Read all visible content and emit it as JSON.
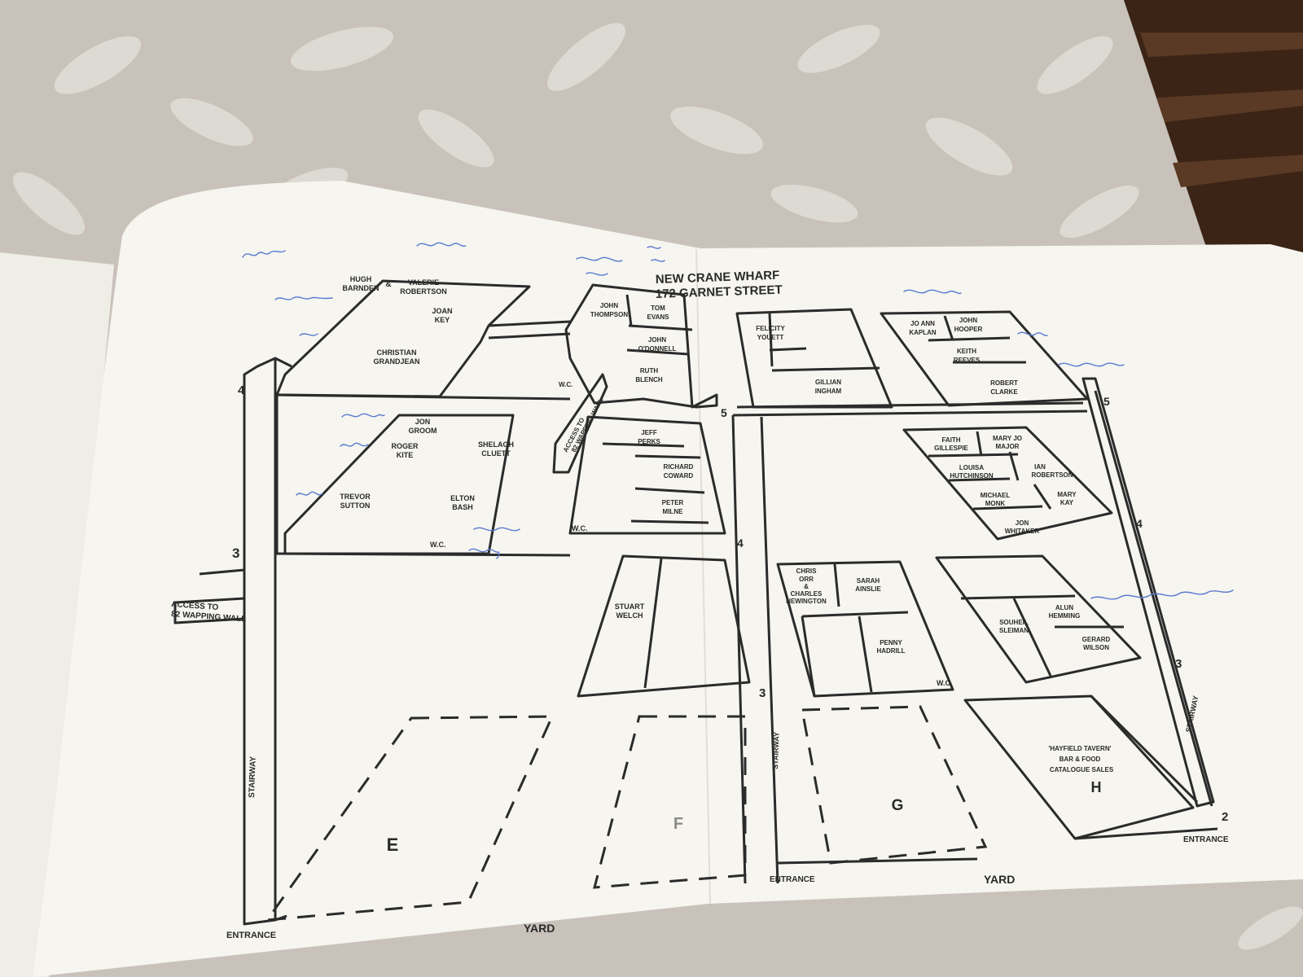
{
  "title": {
    "line1": "NEW CRANE WHARF",
    "line2": "172 GARNET STREET"
  },
  "access_left": {
    "line1": "ACCESS TO",
    "line2": "82 WAPPING WALL"
  },
  "access_mid": {
    "line1": "ACCESS TO",
    "line2": "82 WAPPING WALL"
  },
  "labels": {
    "stairway": "STAIRWAY",
    "entrance": "ENTRANCE",
    "yard": "YARD",
    "wc": "W.C.",
    "amp": "&"
  },
  "floor_numbers": {
    "n2": "2",
    "n3": "3",
    "n4": "4",
    "n5": "5"
  },
  "left_page": {
    "studio_top": {
      "hugh": [
        "HUGH",
        "BARNDEN"
      ],
      "valerie": [
        "VALERIE",
        "ROBERTSON"
      ],
      "joan": [
        "JOAN",
        "KEY"
      ],
      "christian": [
        "CHRISTIAN",
        "GRANDJEAN"
      ]
    },
    "studio_mid_top": {
      "john_t": [
        "JOHN",
        "THOMPSON"
      ],
      "tom": [
        "TOM",
        "EVANS"
      ],
      "john_o": [
        "JOHN",
        "O'DONNELL"
      ],
      "ruth": [
        "RUTH",
        "BLENCH"
      ]
    },
    "studio_floor3": {
      "jon": [
        "JON",
        "GROOM"
      ],
      "roger": [
        "ROGER",
        "KITE"
      ],
      "shelagh": [
        "SHELAGH",
        "CLUETT"
      ],
      "trevor": [
        "TREVOR",
        "SUTTON"
      ],
      "elton": [
        "ELTON",
        "BASH"
      ]
    },
    "studio_mid3": {
      "jeff": [
        "JEFF",
        "PERKS"
      ],
      "richard": [
        "RICHARD",
        "COWARD"
      ],
      "peter": [
        "PETER",
        "MILNE"
      ]
    },
    "studio_stuart": [
      "STUART",
      "WELCH"
    ],
    "ground": {
      "e": "E",
      "f": "F"
    }
  },
  "right_page": {
    "studio_felicity": {
      "felicity": [
        "FELICITY",
        "YOUETT"
      ],
      "gillian": [
        "GILLIAN",
        "INGHAM"
      ]
    },
    "studio_kaplan": {
      "joann": [
        "JO ANN",
        "KAPLAN"
      ],
      "johnh": [
        "JOHN",
        "HOOPER"
      ],
      "keith": [
        "KEITH",
        "REEVES"
      ],
      "robert": [
        "ROBERT",
        "CLARKE"
      ]
    },
    "studio_faith": {
      "faith": [
        "FAITH",
        "GILLESPIE"
      ],
      "maryjo": [
        "MARY JO",
        "MAJOR"
      ],
      "louisa": [
        "LOUISA",
        "HUTCHINSON"
      ],
      "ian": [
        "IAN",
        "ROBERTSON"
      ],
      "michael": [
        "MICHAEL",
        "MONK"
      ],
      "mary": [
        "MARY",
        "KAY"
      ],
      "jonw": [
        "JON",
        "WHITAKER"
      ]
    },
    "studio_chris": {
      "chris": [
        "CHRIS",
        "ORR",
        "&",
        "CHARLES",
        "NEWINGTON"
      ],
      "sarah": [
        "SARAH",
        "AINSLIE"
      ],
      "penny": [
        "PENNY",
        "HADRILL"
      ]
    },
    "studio_alun": {
      "souheil": [
        "SOUHEIL",
        "SLEIMAN"
      ],
      "alun": [
        "ALUN",
        "HEMMING"
      ],
      "gerard": [
        "GERARD",
        "WILSON"
      ]
    },
    "tavern": [
      "'HAYFIELD TAVERN'",
      "BAR & FOOD",
      "CATALOGUE SALES"
    ],
    "ground": {
      "g": "G",
      "h": "H"
    }
  },
  "colors": {
    "tablecloth": "#c9c2bb",
    "page": "#f6f5ef",
    "ink": "#2b2b2b",
    "handwriting": "#4a6fc4",
    "wood": "#3b2416"
  }
}
